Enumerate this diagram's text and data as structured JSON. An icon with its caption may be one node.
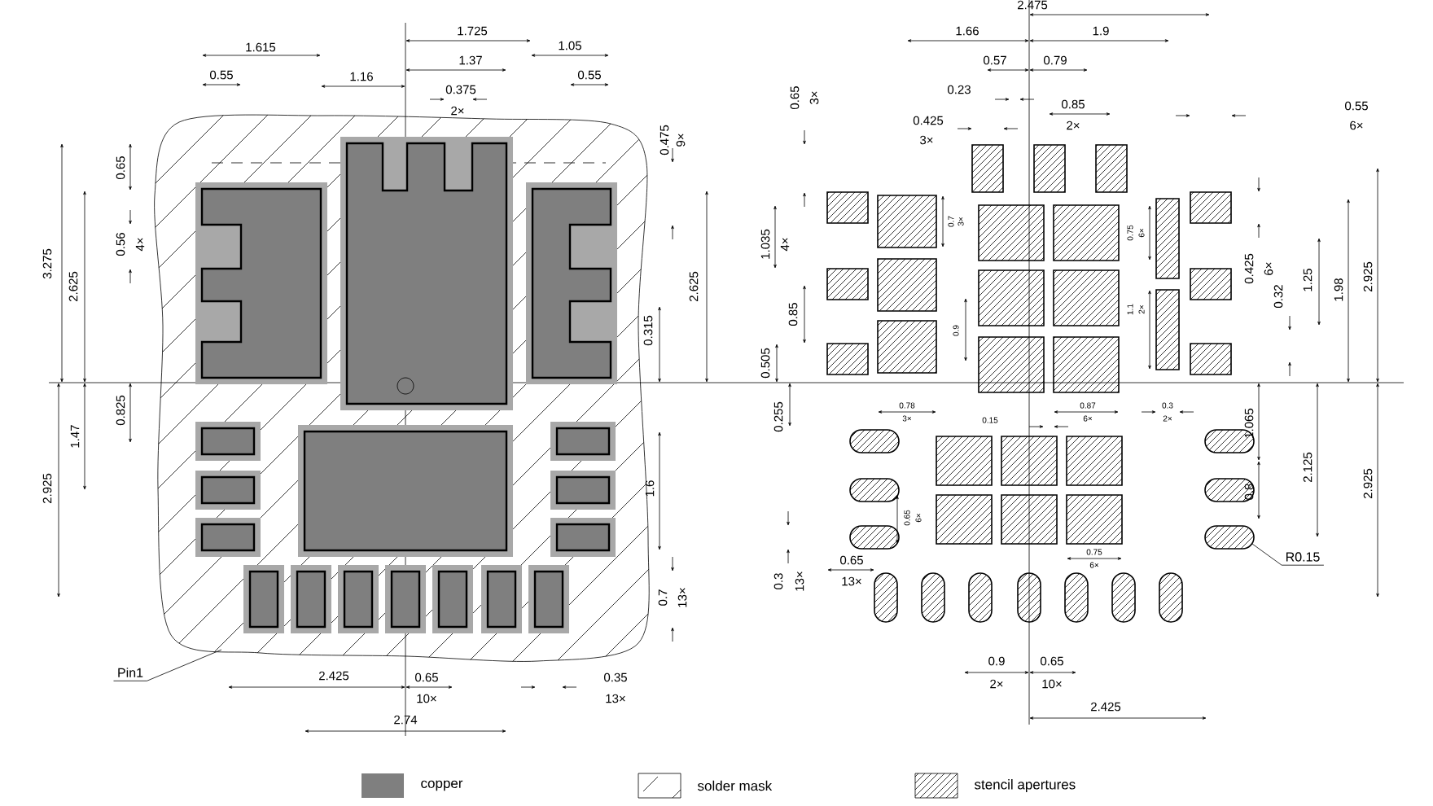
{
  "diagram": {
    "nodes": [
      {
        "text": [
          "Pin1"
        ]
      },
      {
        "text": [
          "R0.15"
        ]
      }
    ],
    "edges": [
      {
        "from": 0,
        "to": null,
        "arrow": "none"
      },
      {
        "from": 1,
        "to": null,
        "arrow": "none"
      }
    ],
    "labels": [
      "1.615",
      "1.725",
      "1.37",
      "1.05",
      "0.55",
      "1.16",
      "0.375",
      "0.55",
      "2×",
      "0.65",
      "0.475",
      "9×",
      "0.56",
      "4×",
      "3.275",
      "2.625",
      "2.625",
      "0.315",
      "0.825",
      "1.47",
      "2.925",
      "1.6",
      "0.7",
      "13×",
      "2.425",
      "0.65",
      "10×",
      "0.35",
      "13×",
      "2.74",
      "2.475",
      "1.66",
      "1.9",
      "0.57",
      "0.79",
      "0.65",
      "3×",
      "0.23",
      "0.85",
      "2×",
      "0.55",
      "6×",
      "0.425",
      "3×",
      "1.035",
      "4×",
      "0.7",
      "3×",
      "0.75",
      "6×",
      "0.425",
      "6×",
      "1.25",
      "1.98",
      "2.925",
      "0.32",
      "1.1",
      "2×",
      "0.85",
      "0.9",
      "0.505",
      "0.78",
      "3×",
      "0.15",
      "0.87",
      "6×",
      "0.3",
      "2×",
      "0.255",
      "1.065",
      "2.125",
      "2.925",
      "0.8",
      "0.65",
      "6×",
      "0.75",
      "6×",
      "0.65",
      "13×",
      "0.3",
      "13×",
      "0.9",
      "2×",
      "0.65",
      "10×",
      "2.425"
    ],
    "legend": [
      {
        "text": "copper",
        "color": "#7f7f7f"
      },
      {
        "text": "solder mask"
      },
      {
        "text": "stencil apertures"
      }
    ]
  }
}
